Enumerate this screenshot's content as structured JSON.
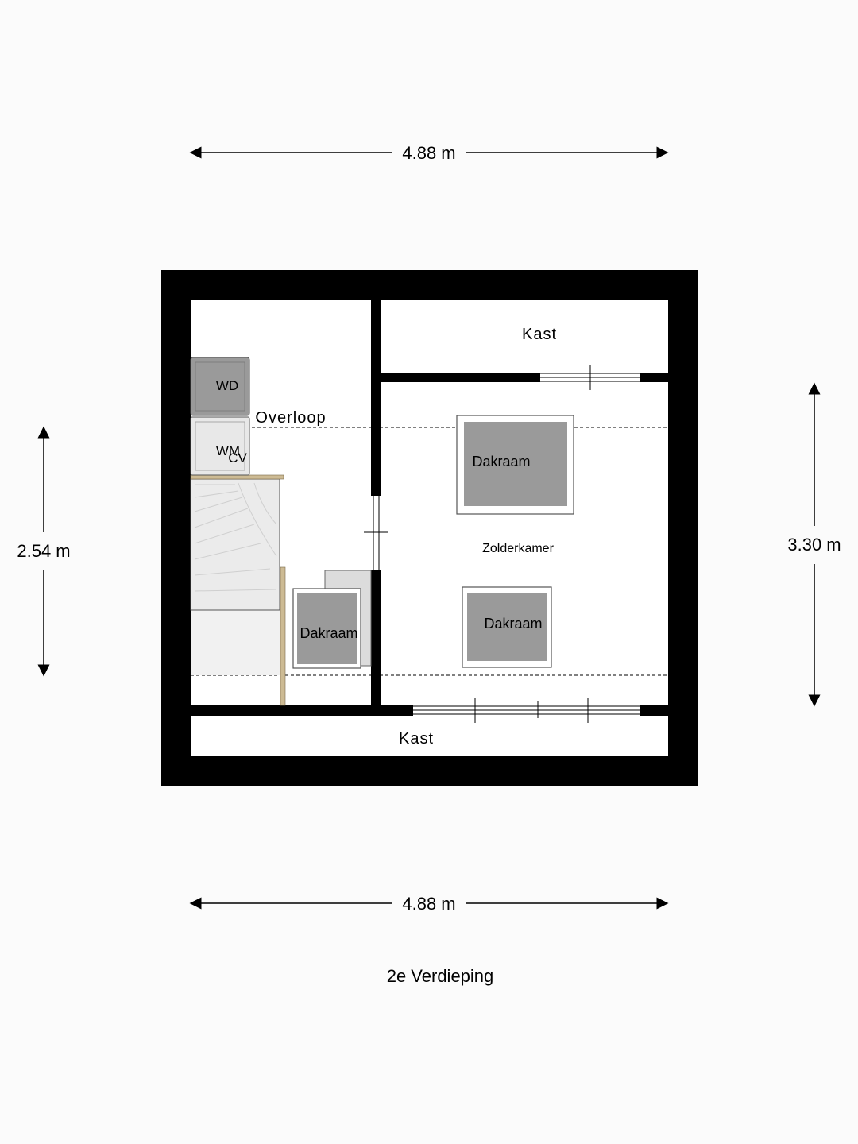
{
  "floor_title": "2e Verdieping",
  "dimensions": {
    "top_width": "4.88 m",
    "bottom_width": "4.88 m",
    "left_height": "2.54 m",
    "right_height": "3.30 m"
  },
  "rooms": {
    "kast_top": "Kast",
    "kast_bottom": "Kast",
    "overloop": "Overloop",
    "zolderkamer": "Zolderkamer"
  },
  "fixtures": {
    "wd": "WD",
    "wm": "WM",
    "cv": "CV",
    "skylight_1": "Dakraam",
    "skylight_2": "Dakraam",
    "skylight_3": "Dakraam"
  },
  "colors": {
    "wall": "#000000",
    "floor": "#ffffff",
    "skylight_fill": "#9a9a9a",
    "stair_fill": "#ececec",
    "railing": "#cdbb94"
  }
}
